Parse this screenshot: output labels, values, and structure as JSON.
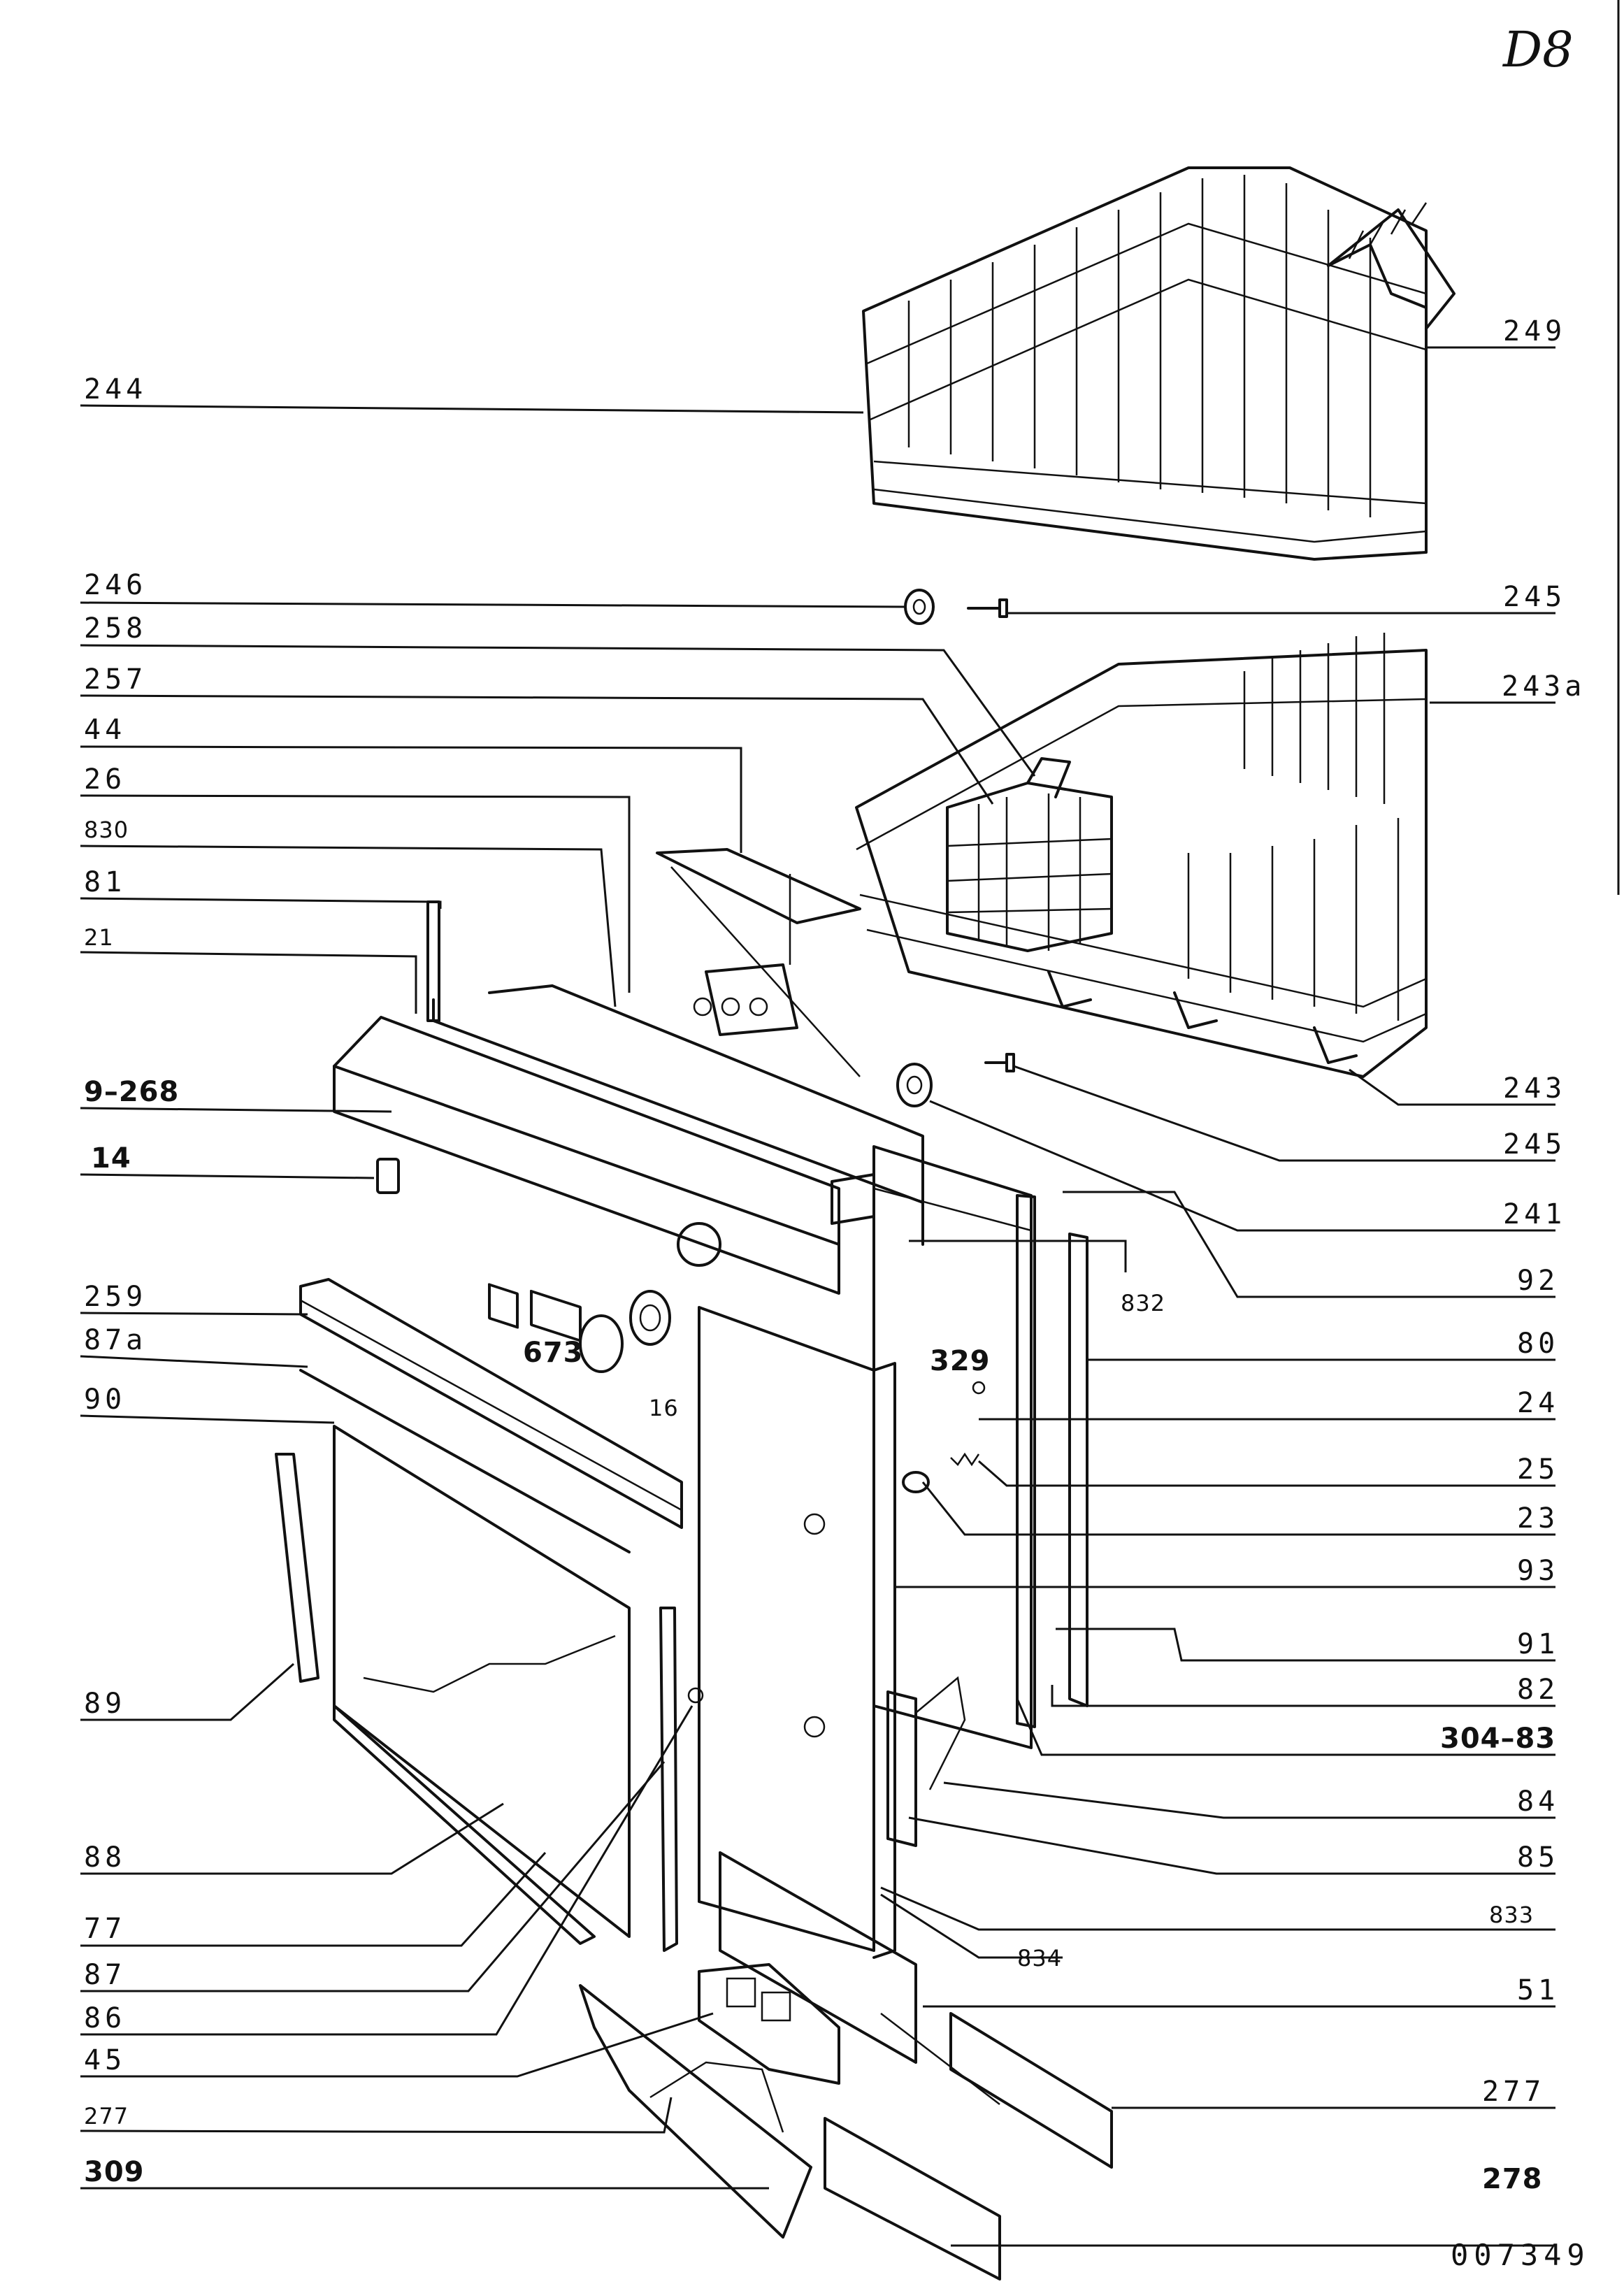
{
  "page_code": "D8",
  "document_number": "007349",
  "left_callouts": [
    {
      "id": "lbl-244",
      "text": "244"
    },
    {
      "id": "lbl-246",
      "text": "246"
    },
    {
      "id": "lbl-258",
      "text": "258"
    },
    {
      "id": "lbl-257",
      "text": "257"
    },
    {
      "id": "lbl-44",
      "text": "44"
    },
    {
      "id": "lbl-26",
      "text": "26"
    },
    {
      "id": "lbl-830",
      "text": "830"
    },
    {
      "id": "lbl-81",
      "text": "81"
    },
    {
      "id": "lbl-21",
      "text": "21"
    },
    {
      "id": "lbl-9-268",
      "text": "9–268"
    },
    {
      "id": "lbl-14",
      "text": "14"
    },
    {
      "id": "lbl-259",
      "text": "259"
    },
    {
      "id": "lbl-87a",
      "text": "87a"
    },
    {
      "id": "lbl-90",
      "text": "90"
    },
    {
      "id": "lbl-89",
      "text": "89"
    },
    {
      "id": "lbl-88",
      "text": "88"
    },
    {
      "id": "lbl-77",
      "text": "77"
    },
    {
      "id": "lbl-87",
      "text": "87"
    },
    {
      "id": "lbl-86",
      "text": "86"
    },
    {
      "id": "lbl-45",
      "text": "45"
    },
    {
      "id": "lbl-277-left",
      "text": "277"
    },
    {
      "id": "lbl-309",
      "text": "309"
    }
  ],
  "right_callouts": [
    {
      "id": "lbl-249",
      "text": "249"
    },
    {
      "id": "lbl-245-top",
      "text": "245"
    },
    {
      "id": "lbl-243a",
      "text": "243a"
    },
    {
      "id": "lbl-243",
      "text": "243"
    },
    {
      "id": "lbl-245-mid",
      "text": "245"
    },
    {
      "id": "lbl-241",
      "text": "241"
    },
    {
      "id": "lbl-92",
      "text": "92"
    },
    {
      "id": "lbl-80",
      "text": "80"
    },
    {
      "id": "lbl-24",
      "text": "24"
    },
    {
      "id": "lbl-25",
      "text": "25"
    },
    {
      "id": "lbl-23",
      "text": "23"
    },
    {
      "id": "lbl-93",
      "text": "93"
    },
    {
      "id": "lbl-91",
      "text": "91"
    },
    {
      "id": "lbl-82",
      "text": "82"
    },
    {
      "id": "lbl-304-83",
      "text": "304–83"
    },
    {
      "id": "lbl-84",
      "text": "84"
    },
    {
      "id": "lbl-85",
      "text": "85"
    },
    {
      "id": "lbl-833",
      "text": "833"
    },
    {
      "id": "lbl-51",
      "text": "51"
    },
    {
      "id": "lbl-277-right",
      "text": "277"
    },
    {
      "id": "lbl-278",
      "text": "278"
    }
  ],
  "inline_callouts": [
    {
      "id": "lbl-673",
      "text": "673"
    },
    {
      "id": "lbl-16",
      "text": "16"
    },
    {
      "id": "lbl-329",
      "text": "329"
    },
    {
      "id": "lbl-832",
      "text": "832"
    },
    {
      "id": "lbl-834",
      "text": "834"
    }
  ]
}
